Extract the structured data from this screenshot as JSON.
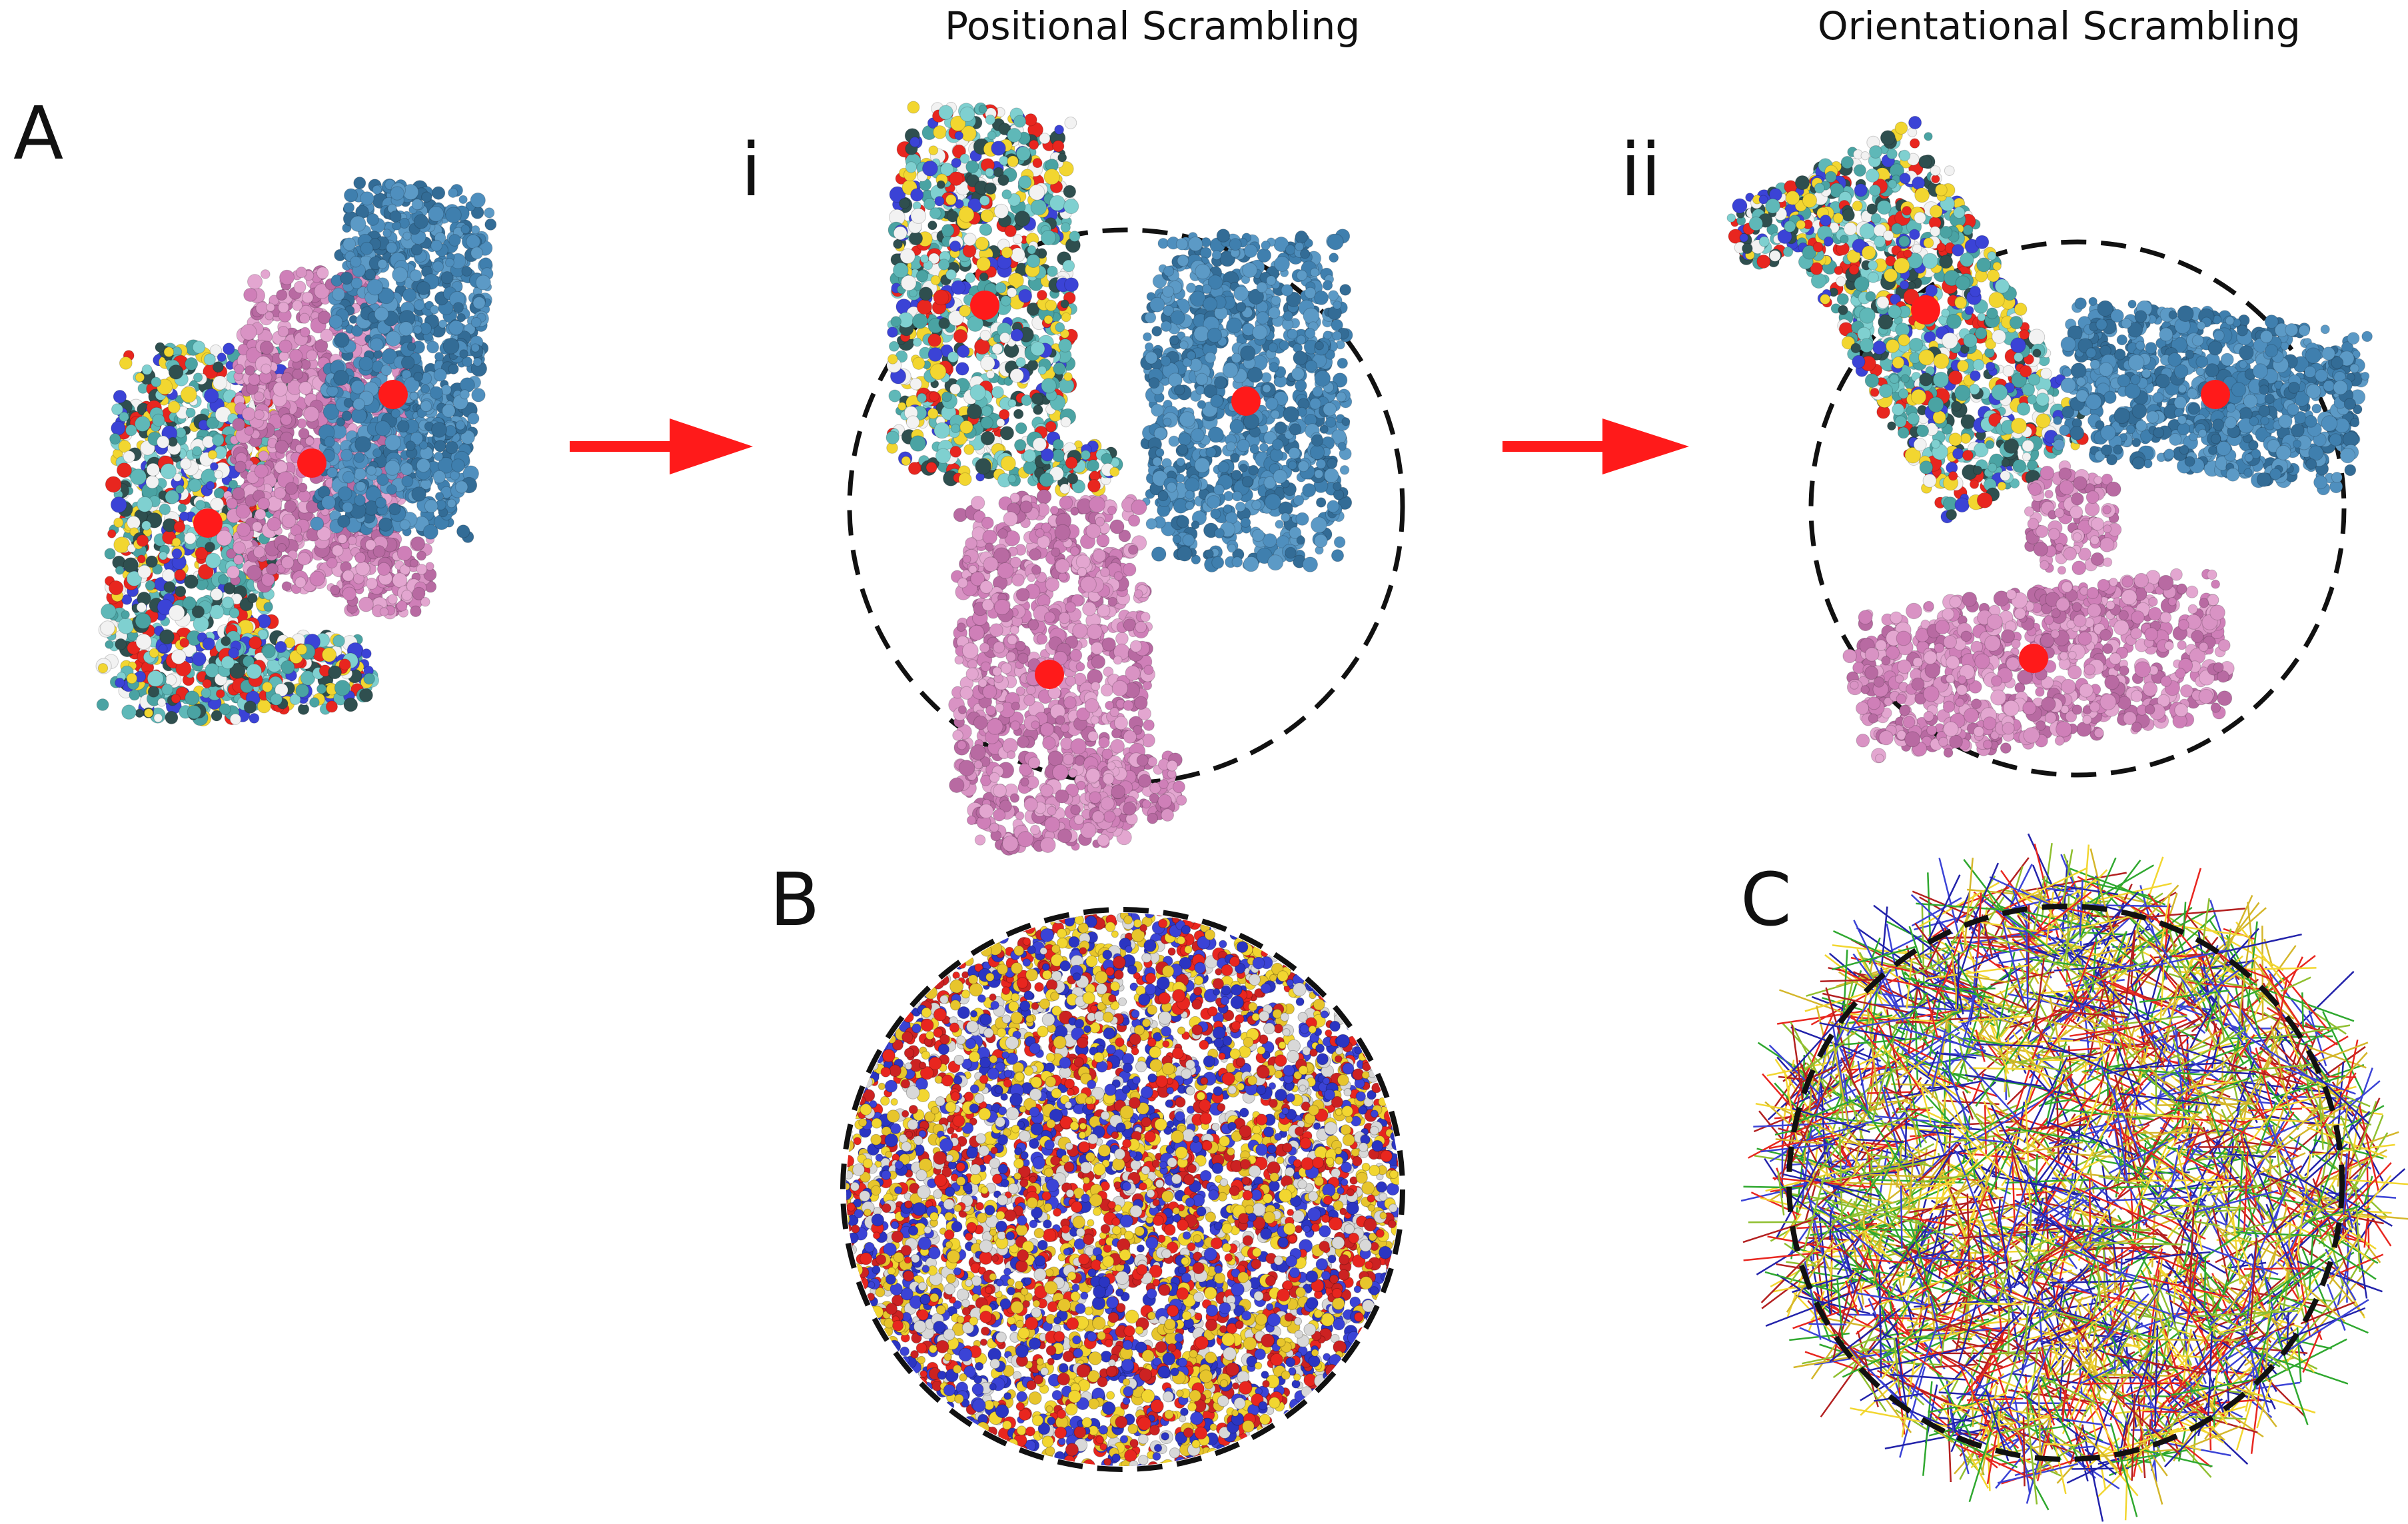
{
  "titles": {
    "positional": "Positional Scrambling",
    "orientational": "Orientational Scrambling"
  },
  "panels": {
    "a": "A",
    "b": "B",
    "c": "C",
    "i": "i",
    "ii": "ii"
  },
  "colors": {
    "teal_chain": "#5fb8b8",
    "pink_chain": "#cf7fb8",
    "blue_chain": "#3f7fae",
    "center_marker": "#ff1a1a",
    "arrow": "#ff1a1a",
    "dashed_circle": "#111111",
    "atom_red": "#e8261f",
    "atom_blue": "#3b43d6",
    "atom_yellow": "#f2d630",
    "atom_white": "#f2f2f2",
    "line_green": "#2fa82f"
  }
}
